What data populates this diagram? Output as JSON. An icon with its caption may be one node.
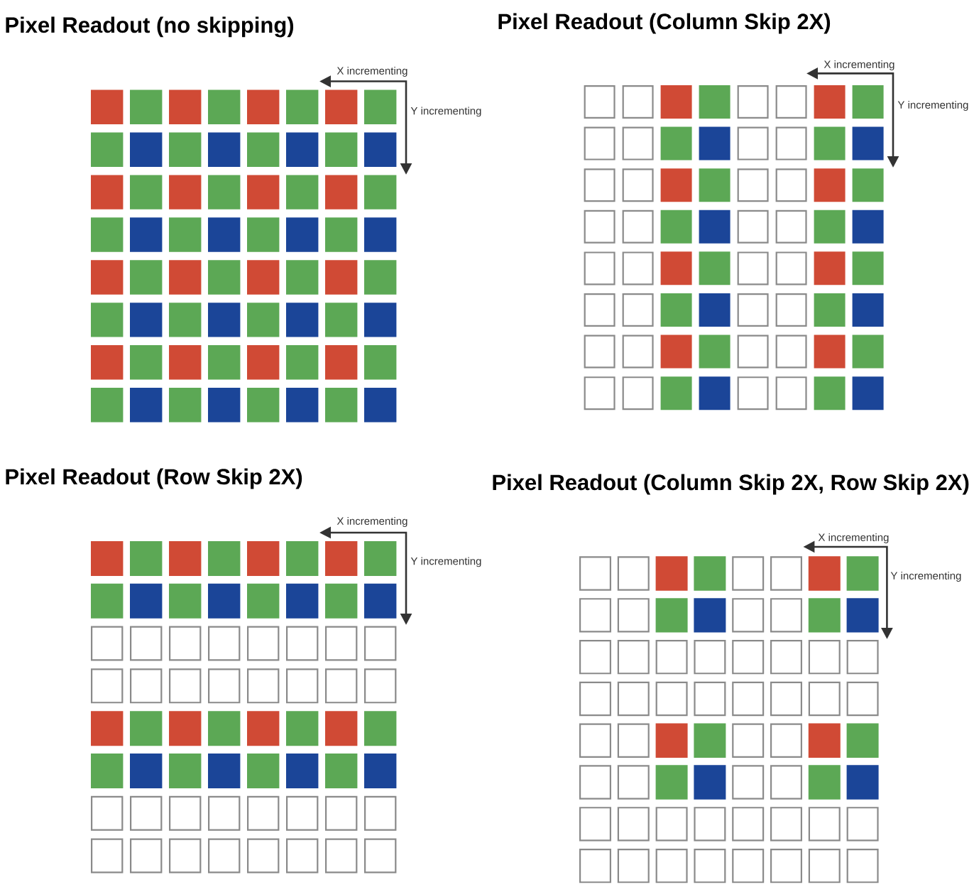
{
  "diagram": {
    "labels": [
      "Pixel Readout (no skipping)",
      "X incrementing",
      "Y incrementing",
      "Pixel Readout (Column Skip 2X)",
      "X incrementing",
      "Y incrementing",
      "Pixel Readout (Row Skip 2X)",
      "X incrementing",
      "Y incrementing",
      "Pixel Readout (Column Skip 2X, Row Skip 2X)",
      "X incrementing",
      "Y incrementing"
    ]
  }
}
